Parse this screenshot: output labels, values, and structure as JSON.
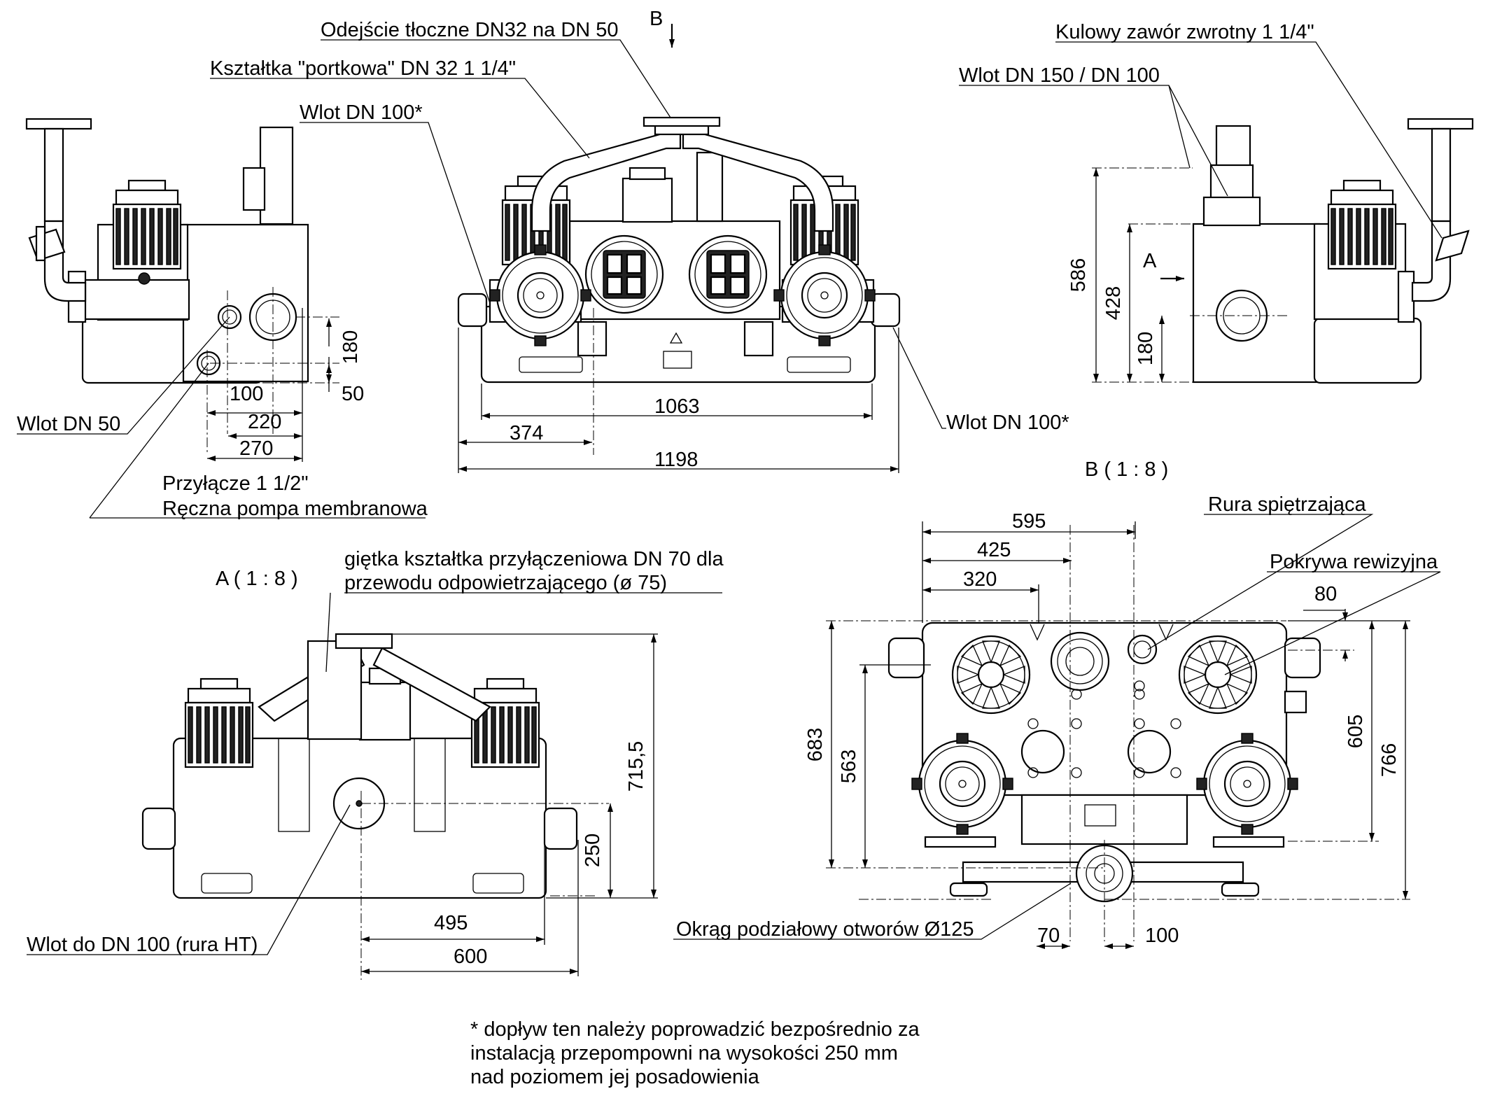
{
  "callouts": {
    "discharge_outlet": "Odejście tłoczne DN32 na DN 50",
    "trouser_fitting": "Kształtka \"portkowa\" DN 32 1 1/4\"",
    "inlet_dn100_star_top": "Wlot DN 100*",
    "inlet_dn100_star_right": "Wlot DN 100*",
    "ball_check_valve": "Kulowy zawór zwrotny 1 1/4\"",
    "inlet_dn150_100": "Wlot DN 150 / DN 100",
    "inlet_dn50": "Wlot DN 50",
    "connection_line1": "Przyłącze 1 1/2\"",
    "connection_line2": "Ręczna pompa membranowa",
    "vent_fitting_line1": "giętka kształtka przyłączeniowa DN 70 dla",
    "vent_fitting_line2": "przewodu odpowietrzającego (ø 75)",
    "inlet_ht": "Wlot do DN 100 (rura HT)",
    "bolt_circle": "Okrąg podziałowy otworów Ø125",
    "riser_pipe": "Rura spiętrzająca",
    "inspection_cover": "Pokrywa rewizyjna"
  },
  "views": {
    "marker_b": "B",
    "marker_a": "A",
    "view_a_label": "A ( 1 : 8 )",
    "view_b_label": "B ( 1 : 8 )"
  },
  "dimensions": {
    "side_left": [
      "180",
      "50",
      "100",
      "220",
      "270"
    ],
    "front": [
      "1063",
      "374",
      "1198"
    ],
    "side_right": [
      "586",
      "428",
      "180"
    ],
    "view_a": [
      "715,5",
      "250",
      "495",
      "600"
    ],
    "view_b": [
      "595",
      "425",
      "320",
      "80",
      "683",
      "563",
      "605",
      "766",
      "70",
      "100"
    ]
  },
  "footnote": [
    "* dopływ ten należy poprowadzić bezpośrednio za",
    "instalacją przepompowni na wysokości 250 mm",
    "nad poziomem jej posadowienia"
  ]
}
